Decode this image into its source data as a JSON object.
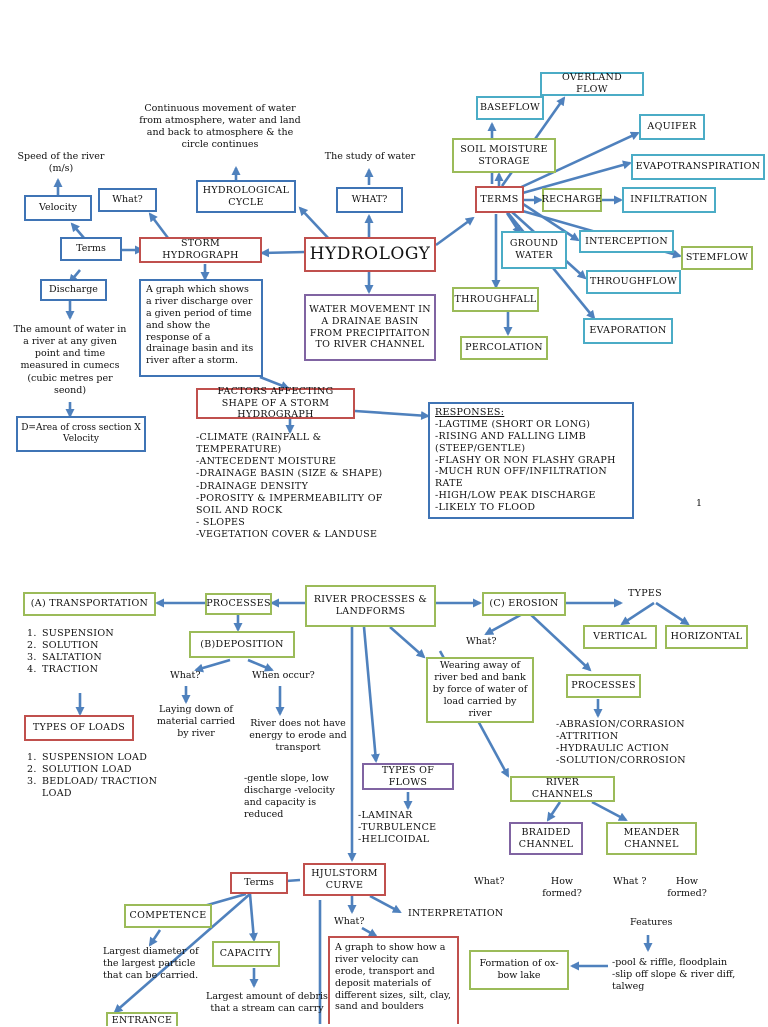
{
  "page1": {
    "hydrology": "HYDROLOGY",
    "storm_hydrograph": "STORM HYDROGRAPH",
    "what_left": "What?",
    "hydrological_cycle": "HYDROLOGICAL CYCLE",
    "what_center": "WHAT?",
    "study_of_water": "The study of water",
    "continuous_movement": "Continuous movement of water from atmosphere, water and land and back to atmosphere & the circle continues",
    "speed_of_river": "Speed of the river (m/s)",
    "velocity": "Velocity",
    "terms_left": "Terms",
    "discharge": "Discharge",
    "discharge_def": "The amount of water in a river at any given point and time measured in cumecs (cubic metres per seond)",
    "formula": "D=Area of cross section X Velocity",
    "graph_def": "A graph which shows a river discharge over a given period of time and show the response of a drainage basin and its river after a storm.",
    "water_movement": "WATER MOVEMENT IN A DRAINAE BASIN FROM PRECIPITAITON TO RIVER CHANNEL",
    "terms_right": "TERMS",
    "baseflow": "BASEFLOW",
    "overland_flow": "OVERLAND FLOW",
    "soil_moisture_storage": "SOIL MOISTURE STORAGE",
    "aquifer": "AQUIFER",
    "evapotranspiration": "EVAPOTRANSPIRATION",
    "recharge": "RECHARGE",
    "infiltration": "INFILTRATION",
    "ground_water": "GROUND WATER",
    "interception": "INTERCEPTION",
    "stemflow": "STEMFLOW",
    "throughflow": "THROUGHFLOW",
    "throughfall": "THROUGHFALL",
    "percolation": "PERCOLATION",
    "evaporation": "EVAPORATION",
    "factors": "FACTORS AFFECTING SHAPE OF A STORM HYDROGRAPH",
    "factors_list": "-CLIMATE (RAINFALL & TEMPERATURE)\n-ANTECEDENT MOISTURE\n-DRAINAGE BASIN (SIZE & SHAPE)\n-DRAINAGE DENSITY\n-POROSITY & IMPERMEABILITY OF SOIL AND ROCK\n-  SLOPES\n-VEGETATION COVER & LANDUSE",
    "responses_title": "RESPONSES:",
    "responses_list": "-LAGTIME (SHORT OR LONG)\n-RISING AND FALLING LIMB (STEEP/GENTLE)\n-FLASHY OR NON FLASHY GRAPH\n-MUCH RUN OFF/INFILTRATION RATE\n-HIGH/LOW PEAK DISCHARGE\n-LIKELY TO FLOOD",
    "page_number": "1"
  },
  "page2": {
    "river_processes": "RIVER PROCESSES & LANDFORMS",
    "processes_left": "PROCESSES",
    "transportation": "(A) TRANSPORTATION",
    "transport_list": [
      "SUSPENSION",
      "SOLUTION",
      "SALTATION",
      "TRACTION"
    ],
    "types_of_loads": "TYPES OF LOADS",
    "loads_list": [
      "SUSPENSION LOAD",
      "SOLUTION LOAD",
      "BEDLOAD/ TRACTION LOAD"
    ],
    "deposition": "(B)DEPOSITION",
    "what_dep": "What?",
    "when_occur": "When occur?",
    "laying_down": "Laying down of material carried by river",
    "no_energy": "River does not have energy to erode and transport",
    "gentle_slope": "-gentle slope,  low discharge -velocity and capacity is reduced",
    "erosion": "(C) EROSION",
    "types": "TYPES",
    "vertical": "VERTICAL",
    "horizontal": "HORIZONTAL",
    "what_ero": "What?",
    "wearing_away": "Wearing away of river bed and bank by force of water of load carried by river",
    "processes_right": "PROCESSES",
    "erosion_list": "-ABRASION/CORRASION\n-ATTRITION\n-HYDRAULIC ACTION\n-SOLUTION/CORROSION",
    "types_of_flows": "TYPES OF FLOWS",
    "flows_list": "-LAMINAR\n-TURBULENCE\n-HELICOIDAL",
    "river_channels": "RIVER CHANNELS",
    "braided": "BRAIDED CHANNEL",
    "meander": "MEANDER CHANNEL",
    "what_braided": "What?",
    "how_braided": "How formed?",
    "what_meander": "What ?",
    "how_meander": "How formed?",
    "features": "Features",
    "features_list": "-pool & riffle, floodplain\n-slip off slope & river diff, talweg",
    "oxbow": "Formation of ox-bow lake",
    "hjulstorm": "HJULSTORM CURVE",
    "terms": "Terms",
    "what_hj": "What?",
    "interpretation": "INTERPRETATION",
    "hj_def": "A graph to show how a river velocity can erode, transport and deposit materials of different sizes, silt, clay, sand and boulders",
    "competence": "COMPETENCE",
    "competence_def": "Largest diameter of the largest particle that can be carried.",
    "capacity": "CAPACITY",
    "capacity_def": "Largest amount of debris that a stream can carry",
    "entrance": "ENTRANCE"
  }
}
